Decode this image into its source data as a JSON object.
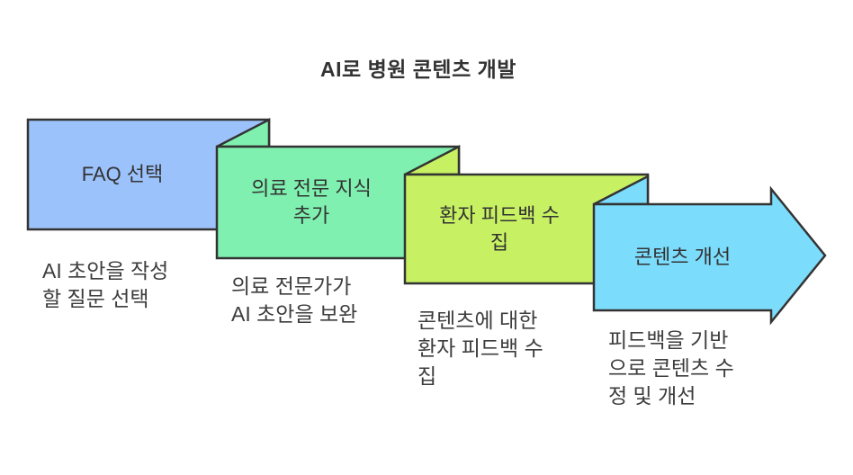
{
  "title": "AI로 병원 콘텐츠 개발",
  "colors": {
    "background": "#ffffff",
    "border": "#333333",
    "label_text": "#333333",
    "caption_text": "#3d3d3d",
    "step1_fill": "#9cc2fb",
    "step2_fill": "#7ff0af",
    "step3_fill": "#c7f163",
    "step4_fill": "#7cdcfc"
  },
  "steps": [
    {
      "label_line1": "FAQ 선택",
      "caption_line1": "AI 초안을 작성",
      "caption_line2": "할 질문 선택"
    },
    {
      "label_line1": "의료 전문 지식",
      "label_line2": "추가",
      "caption_line1": "의료 전문가가",
      "caption_line2": "AI 초안을 보완"
    },
    {
      "label_line1": "환자 피드백 수",
      "label_line2": "집",
      "caption_line1": "콘텐츠에 대한",
      "caption_line2": "환자 피드백 수",
      "caption_line3": "집"
    },
    {
      "label_line1": "콘텐츠 개선",
      "caption_line1": "피드백을 기반",
      "caption_line2": "으로 콘텐츠 수",
      "caption_line3": "정 및 개선"
    }
  ]
}
